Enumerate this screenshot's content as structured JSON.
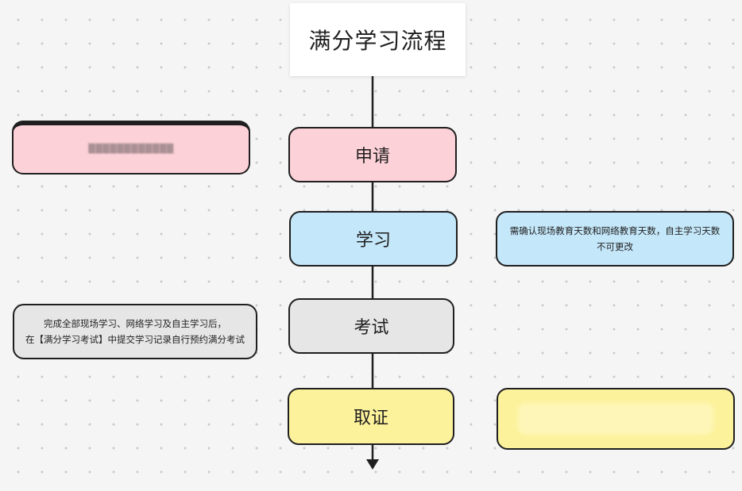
{
  "title": "满分学习流程",
  "steps": [
    {
      "label": "申请",
      "color": "#fdd1d8"
    },
    {
      "label": "学习",
      "color": "#c4e7f9"
    },
    {
      "label": "考试",
      "color": "#e6e6e6"
    },
    {
      "label": "取证",
      "color": "#fdf29c"
    }
  ],
  "notes": {
    "apply": {
      "text": "",
      "color": "#fdd1d8"
    },
    "study": {
      "line1": "需确认现场教育天数和网络教育天数，自主学习天数",
      "line2": "不可更改",
      "color": "#c4e7f9"
    },
    "exam": {
      "line1": "完成全部现场学习、网络学习及自主学习后，",
      "line2": "在【满分学习考试】中提交学习记录自行预约满分考试",
      "color": "#e6e6e6"
    },
    "certify": {
      "text": "",
      "color": "#fdf29c"
    }
  },
  "connector_color": "#1f1f1f"
}
